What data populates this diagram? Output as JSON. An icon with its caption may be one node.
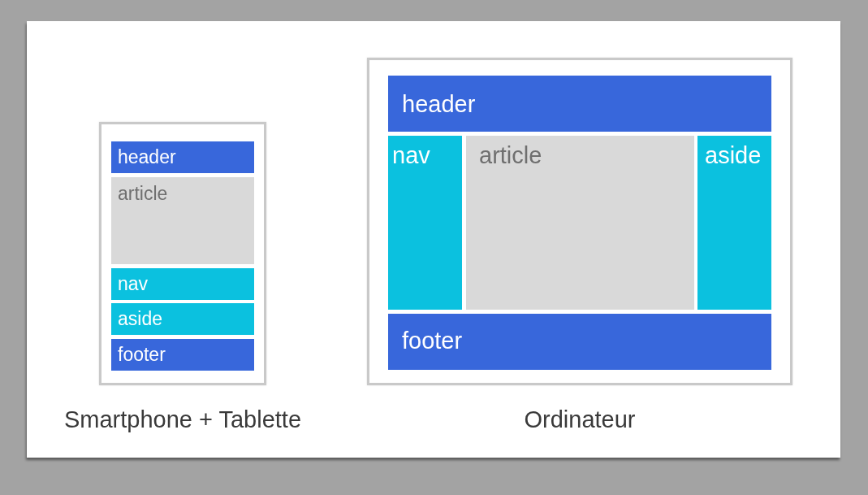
{
  "diagram": {
    "nodes": [
      {
        "text": [],
        "shape": "box",
        "beside": [
          "Smartphone + Tablette"
        ]
      },
      {
        "text": [
          "header"
        ],
        "in": 0
      },
      {
        "text": [
          "article"
        ],
        "in": 0
      },
      {
        "text": [
          "nav"
        ],
        "in": 0
      },
      {
        "text": [
          "aside"
        ],
        "in": 0
      },
      {
        "text": [
          "footer"
        ],
        "in": 0
      },
      {
        "text": [],
        "shape": "box",
        "beside": [
          "Ordinateur"
        ]
      },
      {
        "text": [
          "header"
        ],
        "in": 6
      },
      {
        "text": [
          "nav"
        ],
        "in": 6
      },
      {
        "text": [
          "article"
        ],
        "in": 6
      },
      {
        "text": [
          "aside"
        ],
        "in": 6
      },
      {
        "text": [
          "footer"
        ],
        "in": 6
      }
    ]
  }
}
